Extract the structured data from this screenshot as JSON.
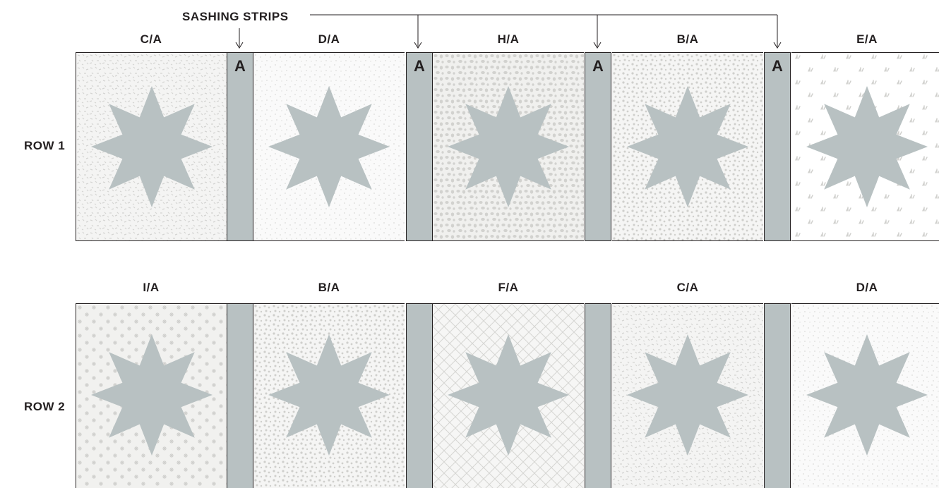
{
  "sashing": {
    "title": "SASHING STRIPS",
    "strip_letter": "A"
  },
  "rows": [
    {
      "label": "ROW 1",
      "blocks": [
        {
          "label": "C/A",
          "pattern": "speckle"
        },
        {
          "label": "D/A",
          "pattern": "light-dots"
        },
        {
          "label": "H/A",
          "pattern": "pebbles"
        },
        {
          "label": "B/A",
          "pattern": "dots"
        },
        {
          "label": "E/A",
          "pattern": "sprigs"
        }
      ]
    },
    {
      "label": "ROW 2",
      "blocks": [
        {
          "label": "I/A",
          "pattern": "stars"
        },
        {
          "label": "B/A",
          "pattern": "dots"
        },
        {
          "label": "F/A",
          "pattern": "lattice"
        },
        {
          "label": "C/A",
          "pattern": "speckle"
        },
        {
          "label": "D/A",
          "pattern": "light-dots"
        }
      ]
    }
  ],
  "colors": {
    "star": "#b8c1c2",
    "sashing": "#b8c1c2",
    "outline": "#231f20",
    "print": "#d6d6d4",
    "background": "#ffffff"
  }
}
